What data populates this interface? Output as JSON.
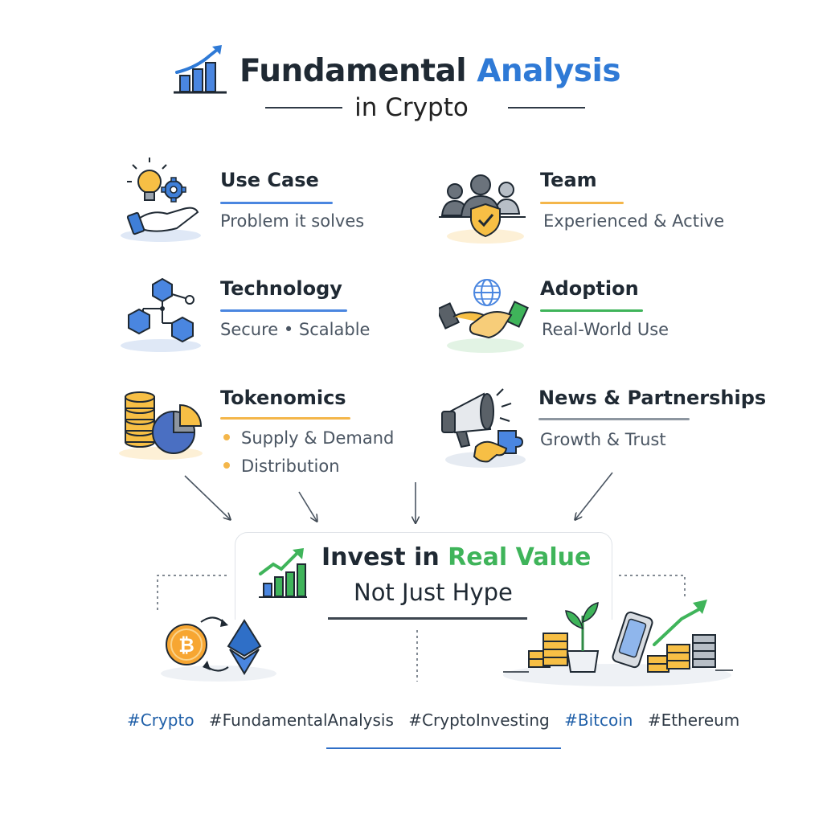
{
  "header": {
    "title_part1": "Fundamental ",
    "title_part2": "Analysis",
    "subtitle": "in Crypto",
    "icon": "bar-chart-growth-icon"
  },
  "cards": {
    "use_case": {
      "title": "Use Case",
      "subtitle": "Problem it solves",
      "icon": "lightbulb-gear-hand-icon"
    },
    "team": {
      "title": "Team",
      "subtitle": "Experienced & Active",
      "icon": "team-shield-icon"
    },
    "technology": {
      "title": "Technology",
      "subtitle": "Secure • Scalable",
      "icon": "blockchain-cubes-icon"
    },
    "adoption": {
      "title": "Adoption",
      "subtitle": "Real-World Use",
      "icon": "globe-handshake-icon"
    },
    "tokenomics": {
      "title": "Tokenomics",
      "bullets": [
        "Supply & Demand",
        "Distribution"
      ],
      "icon": "coins-pie-chart-icon"
    },
    "news": {
      "title": "News & Partnerships",
      "subtitle": "Growth & Trust",
      "icon": "megaphone-puzzle-icon"
    }
  },
  "center": {
    "line1_part1": "Invest in ",
    "line1_part2": "Real Value",
    "line2": "Not Just Hype",
    "icon": "growth-bars-arrow-icon"
  },
  "hashtags": [
    "#Crypto",
    "#FundamentalAnalysis",
    "#CryptoInvesting",
    "#Bitcoin",
    "#Ethereum"
  ],
  "colors": {
    "accent_blue": "#2f7ad6",
    "accent_green": "#3fb45a",
    "accent_orange": "#f4b64a",
    "text_dark": "#1f2933"
  }
}
